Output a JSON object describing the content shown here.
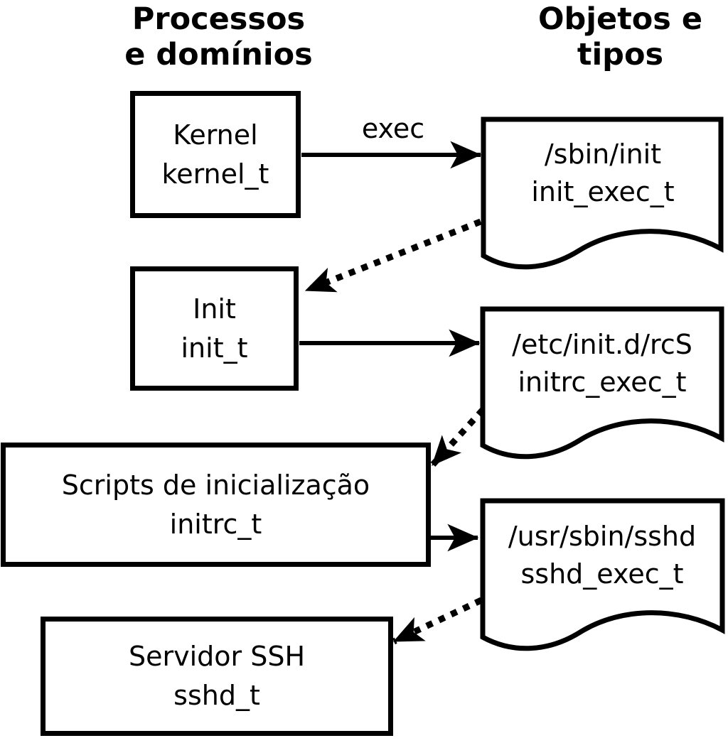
{
  "headers": {
    "left": "Processos\ne domínios",
    "right": "Objetos e\ntipos"
  },
  "processes": [
    {
      "name": "Kernel",
      "type": "kernel_t"
    },
    {
      "name": "Init",
      "type": "init_t"
    },
    {
      "name": "Scripts de inicialização",
      "type": "initrc_t"
    },
    {
      "name": "Servidor SSH",
      "type": "sshd_t"
    }
  ],
  "objects": [
    {
      "path": "/sbin/init",
      "type": "init_exec_t"
    },
    {
      "path": "/etc/init.d/rcS",
      "type": "initrc_exec_t"
    },
    {
      "path": "/usr/sbin/sshd",
      "type": "sshd_exec_t"
    }
  ],
  "arrows": {
    "exec_label": "exec"
  },
  "colors": {
    "ink": "#000000",
    "background": "#ffffff"
  }
}
